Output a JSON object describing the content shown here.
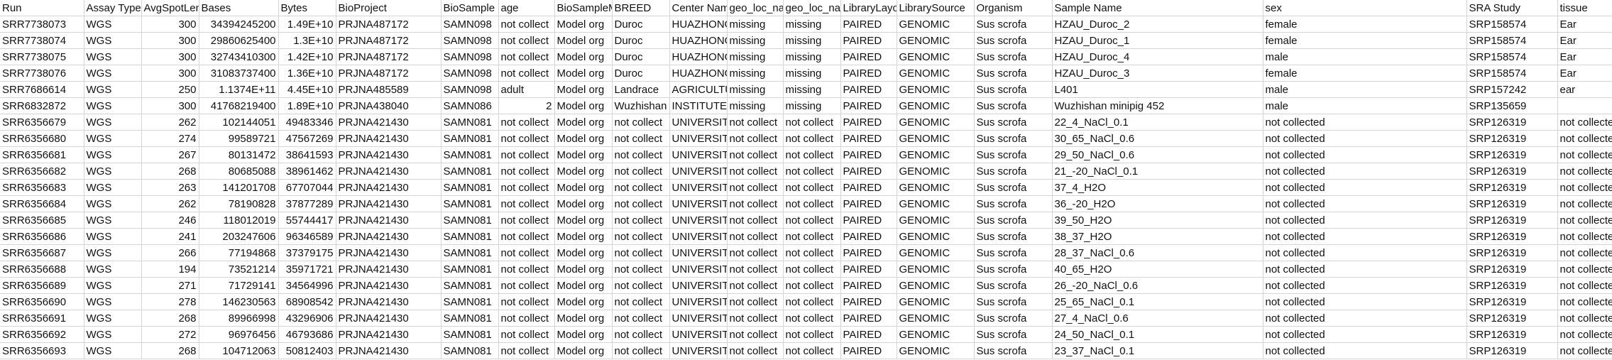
{
  "columns": [
    "Run",
    "Assay Type",
    "AvgSpotLen",
    "Bases",
    "Bytes",
    "BioProject",
    "BioSample",
    "age",
    "BioSampleModel",
    "BREED",
    "Center Name",
    "geo_loc_name_country",
    "geo_loc_name",
    "LibraryLayout",
    "LibrarySource",
    "Organism",
    "Sample Name",
    "sex",
    "SRA Study",
    "tissue"
  ],
  "rows": [
    [
      "SRR7738073",
      "WGS",
      "300",
      "34394245200",
      "1.49E+10",
      "PRJNA487172",
      "SAMN098",
      "not collect",
      "Model org",
      "Duroc",
      "HUAZHONG",
      "missing",
      "missing",
      "PAIRED",
      "GENOMIC",
      "Sus scrofa",
      "HZAU_Duroc_2",
      "female",
      "SRP158574",
      "Ear"
    ],
    [
      "SRR7738074",
      "WGS",
      "300",
      "29860625400",
      "1.3E+10",
      "PRJNA487172",
      "SAMN098",
      "not collect",
      "Model org",
      "Duroc",
      "HUAZHONG",
      "missing",
      "missing",
      "PAIRED",
      "GENOMIC",
      "Sus scrofa",
      "HZAU_Duroc_1",
      "female",
      "SRP158574",
      "Ear"
    ],
    [
      "SRR7738075",
      "WGS",
      "300",
      "32743410300",
      "1.42E+10",
      "PRJNA487172",
      "SAMN098",
      "not collect",
      "Model org",
      "Duroc",
      "HUAZHONG",
      "missing",
      "missing",
      "PAIRED",
      "GENOMIC",
      "Sus scrofa",
      "HZAU_Duroc_4",
      "male",
      "SRP158574",
      "Ear"
    ],
    [
      "SRR7738076",
      "WGS",
      "300",
      "31083737400",
      "1.36E+10",
      "PRJNA487172",
      "SAMN098",
      "not collect",
      "Model org",
      "Duroc",
      "HUAZHONG",
      "missing",
      "missing",
      "PAIRED",
      "GENOMIC",
      "Sus scrofa",
      "HZAU_Duroc_3",
      "female",
      "SRP158574",
      "Ear"
    ],
    [
      "SRR7686614",
      "WGS",
      "250",
      "1.1374E+11",
      "4.45E+10",
      "PRJNA485589",
      "SAMN098",
      "adult",
      "Model org",
      "Landrace",
      "AGRICULTURAL",
      "missing",
      "missing",
      "PAIRED",
      "GENOMIC",
      "Sus scrofa",
      "L401",
      "male",
      "SRP157242",
      "ear"
    ],
    [
      "SRR6832872",
      "WGS",
      "300",
      "41768219400",
      "1.89E+10",
      "PRJNA438040",
      "SAMN086",
      "2",
      "Model org",
      "Wuzhishan",
      "INSTITUTE",
      "missing",
      "missing",
      "PAIRED",
      "GENOMIC",
      "Sus scrofa",
      "Wuzhishan minipig 452",
      "male",
      "SRP135659",
      ""
    ],
    [
      "SRR6356679",
      "WGS",
      "262",
      "102144051",
      "49483346",
      "PRJNA421430",
      "SAMN081",
      "not collect",
      "Model org",
      "not collect",
      "UNIVERSITY",
      "not collect",
      "not collect",
      "PAIRED",
      "GENOMIC",
      "Sus scrofa",
      "22_4_NaCl_0.1",
      "not collected",
      "SRP126319",
      "not collected"
    ],
    [
      "SRR6356680",
      "WGS",
      "274",
      "99589721",
      "47567269",
      "PRJNA421430",
      "SAMN081",
      "not collect",
      "Model org",
      "not collect",
      "UNIVERSITY",
      "not collect",
      "not collect",
      "PAIRED",
      "GENOMIC",
      "Sus scrofa",
      "30_65_NaCl_0.6",
      "not collected",
      "SRP126319",
      "not collected"
    ],
    [
      "SRR6356681",
      "WGS",
      "267",
      "80131472",
      "38641593",
      "PRJNA421430",
      "SAMN081",
      "not collect",
      "Model org",
      "not collect",
      "UNIVERSITY",
      "not collect",
      "not collect",
      "PAIRED",
      "GENOMIC",
      "Sus scrofa",
      "29_50_NaCl_0.6",
      "not collected",
      "SRP126319",
      "not collected"
    ],
    [
      "SRR6356682",
      "WGS",
      "268",
      "80685088",
      "38961462",
      "PRJNA421430",
      "SAMN081",
      "not collect",
      "Model org",
      "not collect",
      "UNIVERSITY",
      "not collect",
      "not collect",
      "PAIRED",
      "GENOMIC",
      "Sus scrofa",
      "21_-20_NaCl_0.1",
      "not collected",
      "SRP126319",
      "not collected"
    ],
    [
      "SRR6356683",
      "WGS",
      "263",
      "141201708",
      "67707044",
      "PRJNA421430",
      "SAMN081",
      "not collect",
      "Model org",
      "not collect",
      "UNIVERSITY",
      "not collect",
      "not collect",
      "PAIRED",
      "GENOMIC",
      "Sus scrofa",
      "37_4_H2O",
      "not collected",
      "SRP126319",
      "not collected"
    ],
    [
      "SRR6356684",
      "WGS",
      "262",
      "78190828",
      "37877289",
      "PRJNA421430",
      "SAMN081",
      "not collect",
      "Model org",
      "not collect",
      "UNIVERSITY",
      "not collect",
      "not collect",
      "PAIRED",
      "GENOMIC",
      "Sus scrofa",
      "36_-20_H2O",
      "not collected",
      "SRP126319",
      "not collected"
    ],
    [
      "SRR6356685",
      "WGS",
      "246",
      "118012019",
      "55744417",
      "PRJNA421430",
      "SAMN081",
      "not collect",
      "Model org",
      "not collect",
      "UNIVERSITY",
      "not collect",
      "not collect",
      "PAIRED",
      "GENOMIC",
      "Sus scrofa",
      "39_50_H2O",
      "not collected",
      "SRP126319",
      "not collected"
    ],
    [
      "SRR6356686",
      "WGS",
      "241",
      "203247606",
      "96346589",
      "PRJNA421430",
      "SAMN081",
      "not collect",
      "Model org",
      "not collect",
      "UNIVERSITY",
      "not collect",
      "not collect",
      "PAIRED",
      "GENOMIC",
      "Sus scrofa",
      "38_37_H2O",
      "not collected",
      "SRP126319",
      "not collected"
    ],
    [
      "SRR6356687",
      "WGS",
      "266",
      "77194868",
      "37379175",
      "PRJNA421430",
      "SAMN081",
      "not collect",
      "Model org",
      "not collect",
      "UNIVERSITY",
      "not collect",
      "not collect",
      "PAIRED",
      "GENOMIC",
      "Sus scrofa",
      "28_37_NaCl_0.6",
      "not collected",
      "SRP126319",
      "not collected"
    ],
    [
      "SRR6356688",
      "WGS",
      "194",
      "73521214",
      "35971721",
      "PRJNA421430",
      "SAMN081",
      "not collect",
      "Model org",
      "not collect",
      "UNIVERSITY",
      "not collect",
      "not collect",
      "PAIRED",
      "GENOMIC",
      "Sus scrofa",
      "40_65_H2O",
      "not collected",
      "SRP126319",
      "not collected"
    ],
    [
      "SRR6356689",
      "WGS",
      "271",
      "71729141",
      "34564996",
      "PRJNA421430",
      "SAMN081",
      "not collect",
      "Model org",
      "not collect",
      "UNIVERSITY",
      "not collect",
      "not collect",
      "PAIRED",
      "GENOMIC",
      "Sus scrofa",
      "26_-20_NaCl_0.6",
      "not collected",
      "SRP126319",
      "not collected"
    ],
    [
      "SRR6356690",
      "WGS",
      "278",
      "146230563",
      "68908542",
      "PRJNA421430",
      "SAMN081",
      "not collect",
      "Model org",
      "not collect",
      "UNIVERSITY",
      "not collect",
      "not collect",
      "PAIRED",
      "GENOMIC",
      "Sus scrofa",
      "25_65_NaCl_0.1",
      "not collected",
      "SRP126319",
      "not collected"
    ],
    [
      "SRR6356691",
      "WGS",
      "268",
      "89966998",
      "43296906",
      "PRJNA421430",
      "SAMN081",
      "not collect",
      "Model org",
      "not collect",
      "UNIVERSITY",
      "not collect",
      "not collect",
      "PAIRED",
      "GENOMIC",
      "Sus scrofa",
      "27_4_NaCl_0.6",
      "not collected",
      "SRP126319",
      "not collected"
    ],
    [
      "SRR6356692",
      "WGS",
      "272",
      "96976456",
      "46793686",
      "PRJNA421430",
      "SAMN081",
      "not collect",
      "Model org",
      "not collect",
      "UNIVERSITY",
      "not collect",
      "not collect",
      "PAIRED",
      "GENOMIC",
      "Sus scrofa",
      "24_50_NaCl_0.1",
      "not collected",
      "SRP126319",
      "not collected"
    ],
    [
      "SRR6356693",
      "WGS",
      "268",
      "104712063",
      "50812403",
      "PRJNA421430",
      "SAMN081",
      "not collect",
      "Model org",
      "not collect",
      "UNIVERSITY",
      "not collect",
      "not collect",
      "PAIRED",
      "GENOMIC",
      "Sus scrofa",
      "23_37_NaCl_0.1",
      "not collected",
      "SRP126319",
      "not collected"
    ]
  ]
}
